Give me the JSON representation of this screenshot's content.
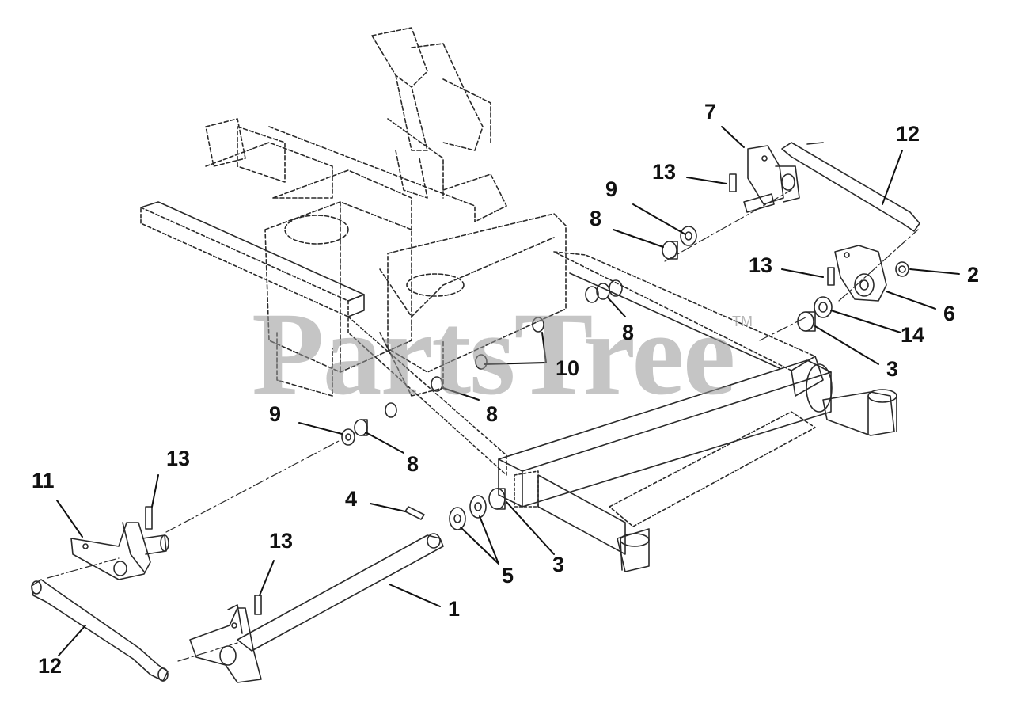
{
  "watermark": {
    "brand": "PartsTree",
    "trademark": "TM"
  },
  "callouts": [
    {
      "id": "c7",
      "text": "7"
    },
    {
      "id": "c12-top",
      "text": "12"
    },
    {
      "id": "c13-a",
      "text": "13"
    },
    {
      "id": "c9-a",
      "text": "9"
    },
    {
      "id": "c8-a",
      "text": "8"
    },
    {
      "id": "c13-b",
      "text": "13"
    },
    {
      "id": "c2",
      "text": "2"
    },
    {
      "id": "c6",
      "text": "6"
    },
    {
      "id": "c14",
      "text": "14"
    },
    {
      "id": "c8-b",
      "text": "8"
    },
    {
      "id": "c3-a",
      "text": "3"
    },
    {
      "id": "c10",
      "text": "10"
    },
    {
      "id": "c8-c",
      "text": "8"
    },
    {
      "id": "c9-b",
      "text": "9"
    },
    {
      "id": "c8-d",
      "text": "8"
    },
    {
      "id": "c13-c",
      "text": "13"
    },
    {
      "id": "c11",
      "text": "11"
    },
    {
      "id": "c4",
      "text": "4"
    },
    {
      "id": "c13-d",
      "text": "13"
    },
    {
      "id": "c3-b",
      "text": "3"
    },
    {
      "id": "c5",
      "text": "5"
    },
    {
      "id": "c1",
      "text": "1"
    },
    {
      "id": "c12-bot",
      "text": "12"
    }
  ]
}
